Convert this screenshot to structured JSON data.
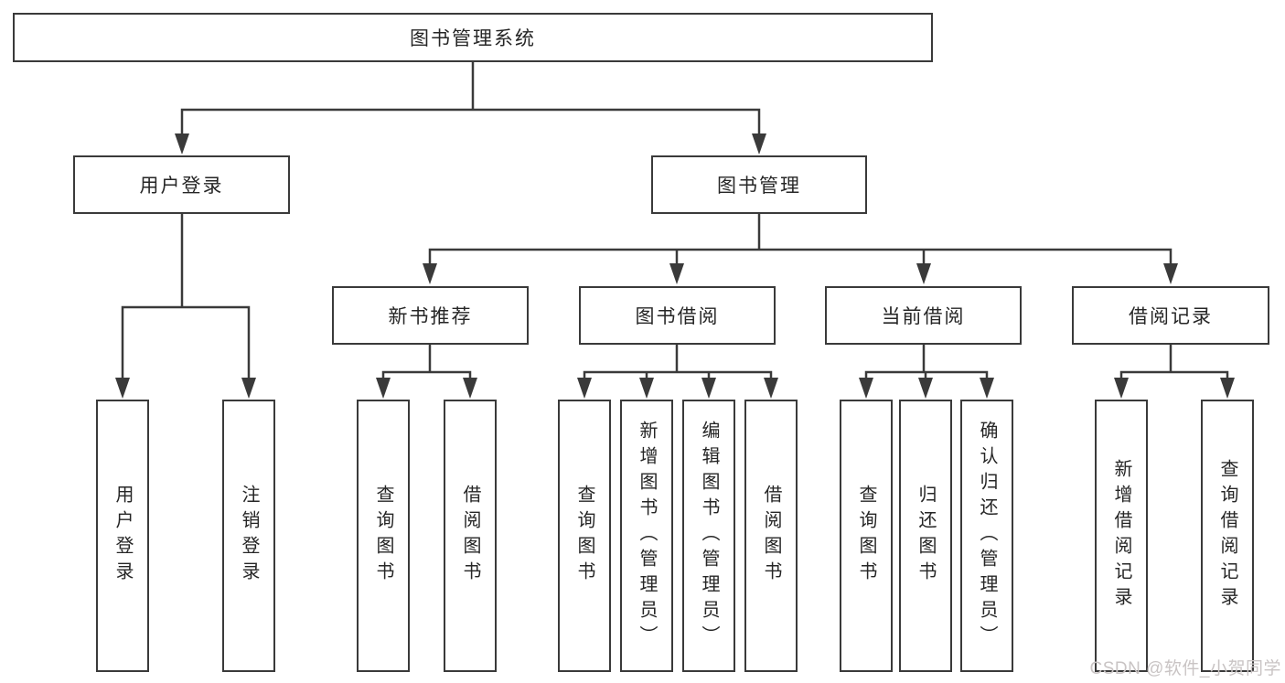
{
  "diagram": {
    "root": "图书管理系统",
    "level2": [
      "用户登录",
      "图书管理"
    ],
    "level3": [
      "新书推荐",
      "图书借阅",
      "当前借阅",
      "借阅记录"
    ],
    "leaves": {
      "user_login": [
        "用户登录",
        "注销登录"
      ],
      "new_book_recommend": [
        "查询图书",
        "借阅图书"
      ],
      "book_borrow": [
        "查询图书",
        "新增图书（管理员）",
        "编辑图书（管理员）",
        "借阅图书"
      ],
      "current_borrow": [
        "查询图书",
        "归还图书",
        "确认归还（管理员）"
      ],
      "borrow_records": [
        "新增借阅记录",
        "查询借阅记录"
      ]
    }
  },
  "watermark": "CSDN @软件_小贺同学",
  "colors": {
    "line": "#3a3a3a",
    "text": "#262626",
    "background": "#ffffff",
    "watermark": "#c9c4c4"
  }
}
